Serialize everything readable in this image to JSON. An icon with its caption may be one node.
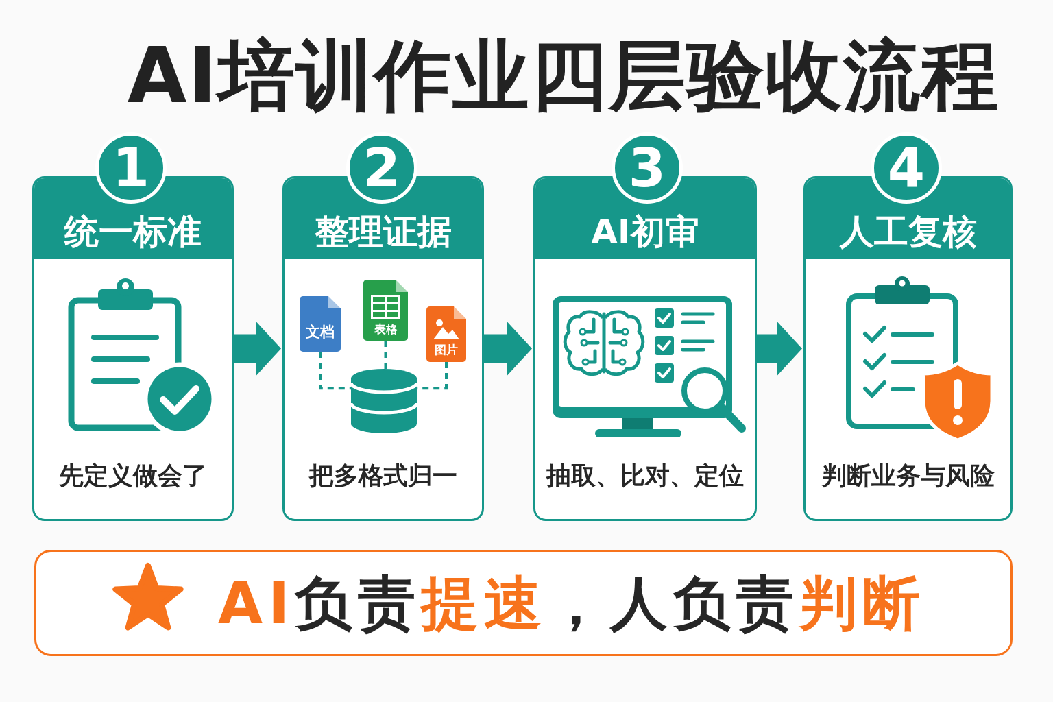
{
  "diagram": {
    "title": "AI培训作业四层验收流程",
    "nodes": [
      {
        "text": [
          "1"
        ]
      },
      {
        "text": [
          "统一标准",
          "先定义做会了"
        ]
      },
      {
        "text": [
          "2"
        ]
      },
      {
        "text": [
          "整理证据",
          "把多格式归一"
        ]
      },
      {
        "text": [
          "文档"
        ],
        "in": 3
      },
      {
        "text": [
          "表格"
        ],
        "in": 3
      },
      {
        "text": [
          "图片"
        ],
        "in": 3
      },
      {
        "text": [],
        "shape": "cylinder",
        "in": 3
      },
      {
        "text": [
          "3"
        ]
      },
      {
        "text": [
          "AI初审",
          "抽取、比对、定位"
        ]
      },
      {
        "text": [
          "4"
        ]
      },
      {
        "text": [
          "人工复核",
          "判断业务与风险"
        ]
      },
      {
        "text": [
          "**AI**负责**提速**，人负责**判断**"
        ]
      }
    ],
    "edges": [
      {
        "from": 1,
        "to": 3,
        "arrow": "to",
        "style": "thick"
      },
      {
        "from": 3,
        "to": 9,
        "arrow": "to",
        "style": "thick"
      },
      {
        "from": 9,
        "to": 11,
        "arrow": "to",
        "style": "thick"
      },
      {
        "from": 4,
        "to": 7,
        "arrow": "none",
        "style": "dashed"
      },
      {
        "from": 5,
        "to": 7,
        "arrow": "none",
        "style": "dashed"
      },
      {
        "from": 6,
        "to": 7,
        "arrow": "none",
        "style": "dashed"
      }
    ]
  }
}
